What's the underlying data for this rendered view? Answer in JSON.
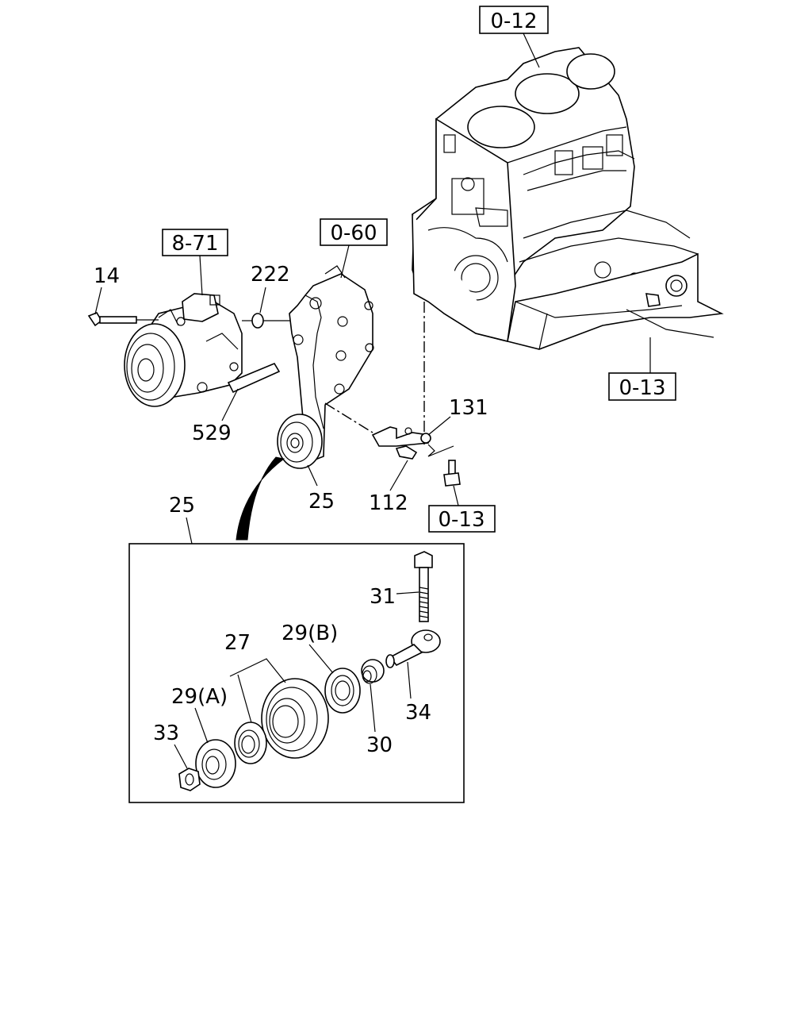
{
  "ref_boxes": {
    "engine_block": "0-12",
    "compressor": "8-71",
    "bracket": "0-60",
    "oil_pan": "0-13",
    "bolt_ref": "0-13"
  },
  "callouts": {
    "bolt_14": "14",
    "nut_222": "222",
    "plate_529": "529",
    "pulley_25": "25",
    "bolt_112": "112",
    "nut_131": "131"
  },
  "detail": {
    "title": "25",
    "parts": {
      "bolt_31": "31",
      "pulley_27": "27",
      "bearing_29b": "29(B)",
      "bearing_29a": "29(A)",
      "nut_33": "33",
      "spacer_30": "30",
      "shaft_34": "34"
    }
  }
}
